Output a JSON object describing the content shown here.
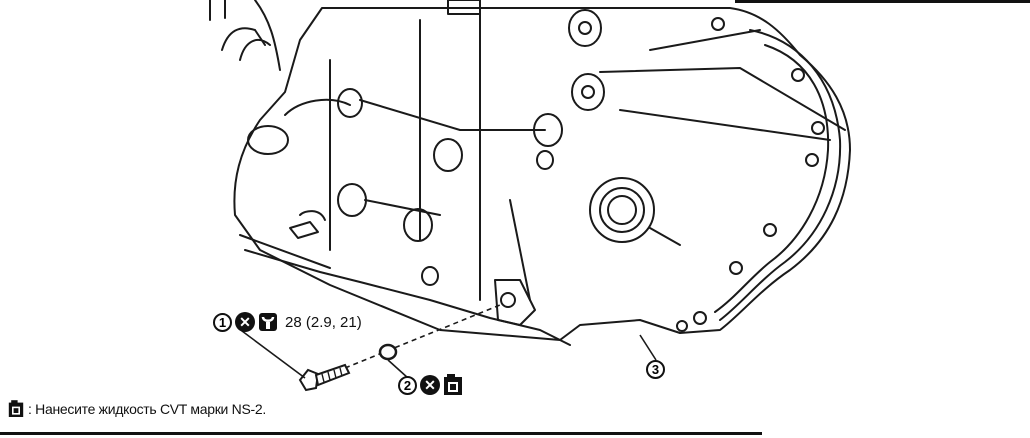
{
  "callouts": {
    "bolt": {
      "number": "1",
      "torque": "28 (2.9, 21)"
    },
    "gasket": {
      "number": "2"
    },
    "drain_plug_area": {
      "number": "3"
    }
  },
  "legend": {
    "text": ": Нанесите жидкость CVT марки NS-2."
  },
  "icons": {
    "replace": "x-in-circle-icon",
    "torque": "torque-wrench-icon",
    "fluid": "fluid-can-icon"
  }
}
